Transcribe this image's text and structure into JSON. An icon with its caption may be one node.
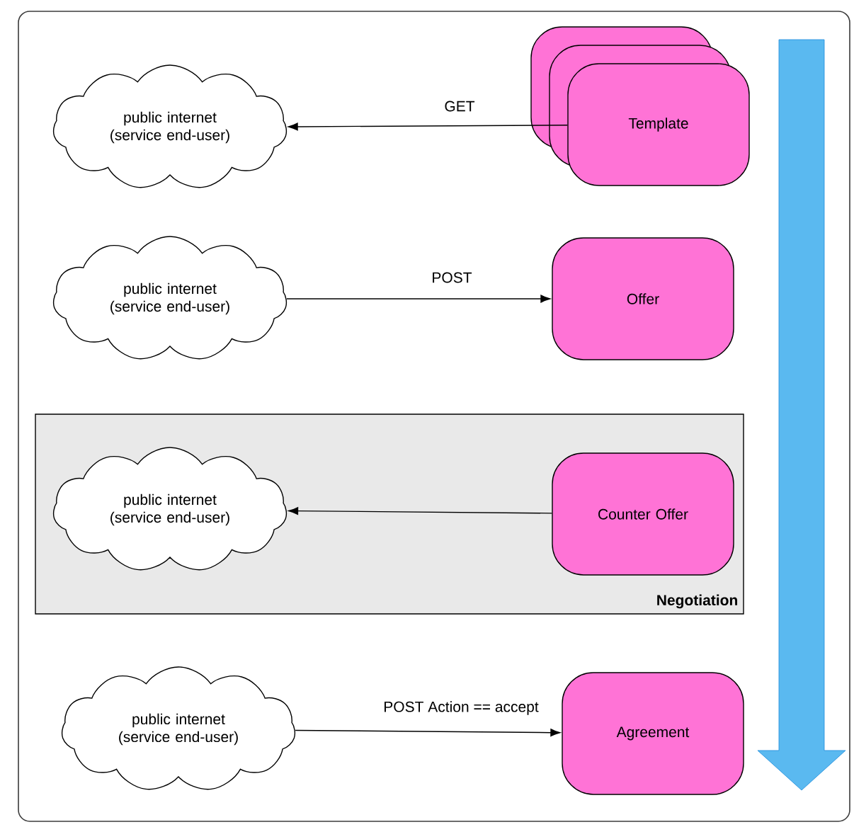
{
  "diagram": {
    "nodes": [
      {
        "text": [
          "public internet (service end-user)"
        ]
      },
      {
        "text": [
          "Template"
        ]
      },
      {
        "text": [
          "public internet (service end-user)"
        ]
      },
      {
        "text": [
          "Offer"
        ]
      },
      {
        "text": [
          "Negotiation"
        ]
      },
      {
        "text": [
          "public internet (service end-user)"
        ],
        "in": 4
      },
      {
        "text": [
          "Counter Offer"
        ],
        "in": 4
      },
      {
        "text": [
          "public internet (service end-user)"
        ]
      },
      {
        "text": [
          "Agreement"
        ]
      }
    ],
    "edges": [
      {
        "from": 1,
        "to": 0,
        "arrow": "to",
        "label": "GET"
      },
      {
        "from": 2,
        "to": 3,
        "arrow": "to",
        "label": "POST"
      },
      {
        "from": 6,
        "to": 5,
        "arrow": "to"
      },
      {
        "from": 7,
        "to": 8,
        "arrow": "to",
        "label": "POST Action == accept"
      }
    ]
  }
}
